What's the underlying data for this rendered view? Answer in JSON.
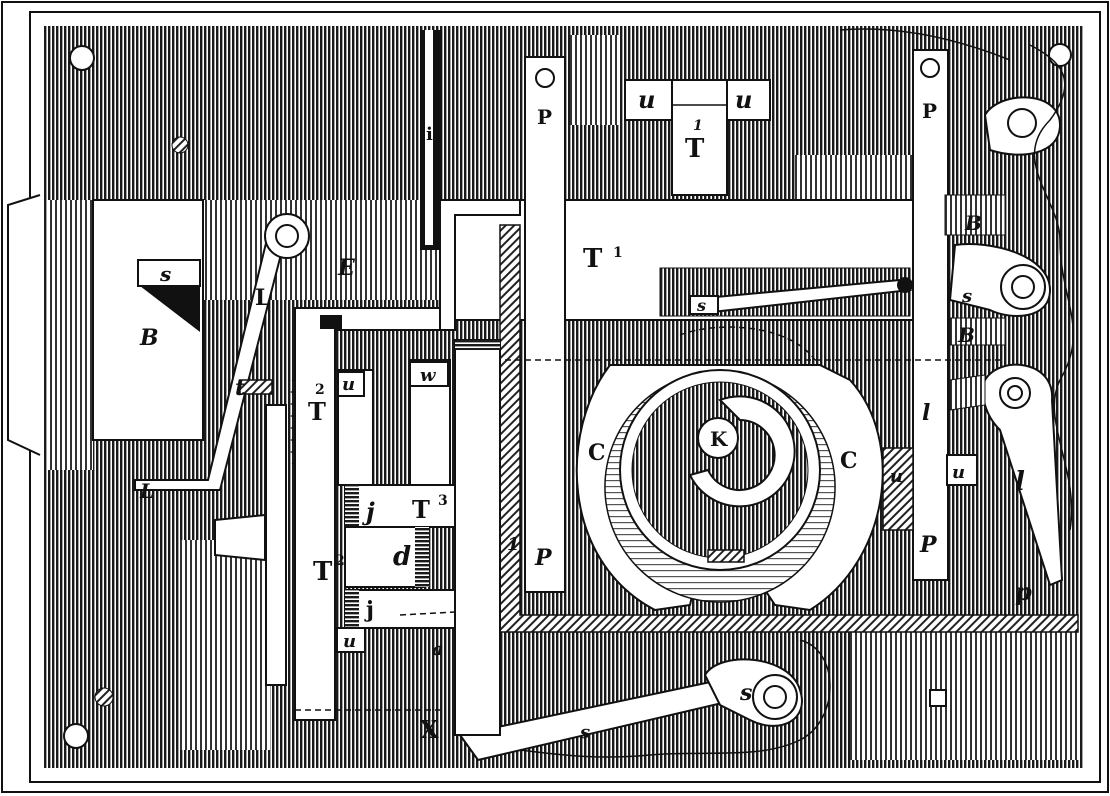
{
  "labels": {
    "B_left": "B",
    "s_left": "s",
    "L_upper": "L",
    "L_lower": "L",
    "t_small": "t",
    "E_label": "E",
    "i_label": "i",
    "T2_upper": "T",
    "T2_upper_sup": "2",
    "T2_lower": "T",
    "T2_lower_sup": "2",
    "u_small": "u",
    "w_small": "w",
    "j_upper": "j",
    "T3": "T",
    "T3_sup": "3",
    "d_label": "d",
    "j_lower": "j",
    "u_lower": "u",
    "a_label": "a",
    "X_label": "X",
    "one_label": "1",
    "P_left_top": "P",
    "P_left_bottom": "P",
    "P_right_top": "P",
    "P_right_bottom": "P",
    "u_top_left": "u",
    "u_top_right": "u",
    "T1_top": "T",
    "T1_top_sup": "1",
    "T1_main": "T",
    "T1_main_sup": "1",
    "s_slot": "s",
    "C_left": "C",
    "C_right": "C",
    "K_center": "K",
    "u_mid": "u",
    "u_right": "u",
    "B_right_top": "B",
    "s_right": "s",
    "B_right_bottom": "B",
    "l_right_small": "l",
    "l_right_lever": "l",
    "p_lever": "p",
    "s_bottom_lever": "s",
    "s_bottom_pivot": "s"
  }
}
